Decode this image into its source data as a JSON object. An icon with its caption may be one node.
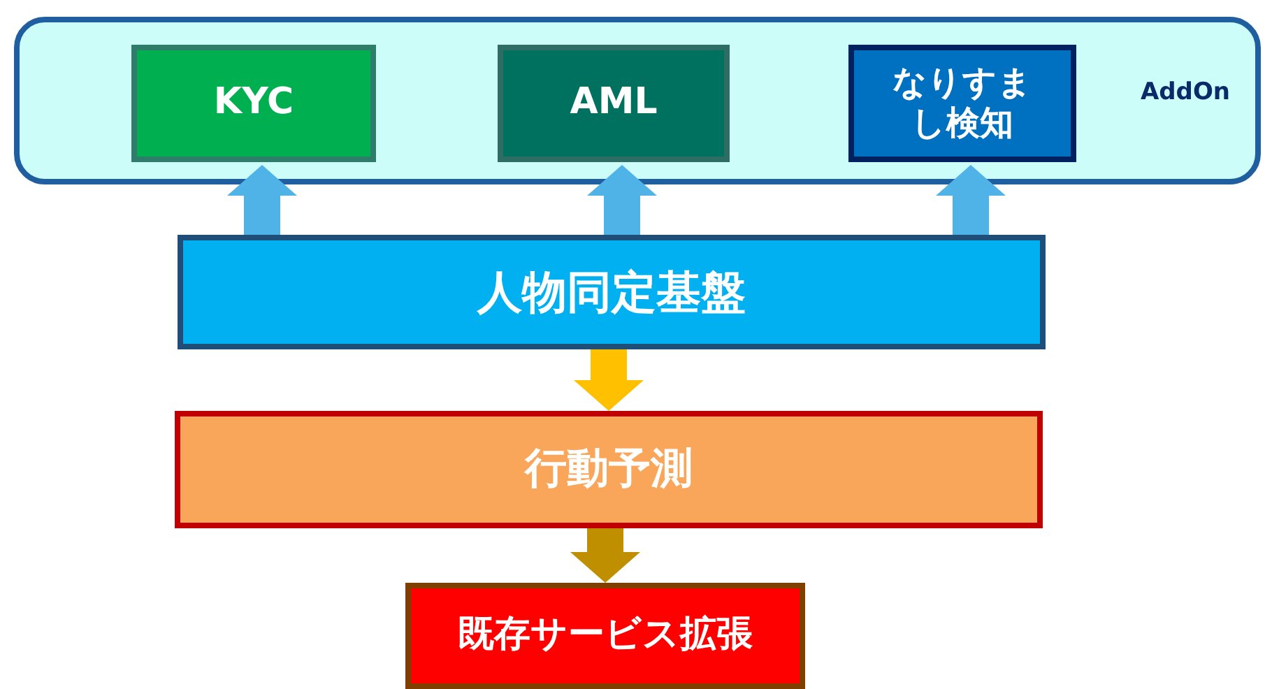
{
  "diagram": {
    "nodes": [
      {
        "text": [
          "AddOn"
        ]
      },
      {
        "text": [
          "KYC"
        ],
        "in": 0
      },
      {
        "text": [
          "AML"
        ],
        "in": 0
      },
      {
        "text": [
          "なりすまし検知"
        ],
        "in": 0
      },
      {
        "text": [
          "人物同定基盤"
        ]
      },
      {
        "text": [
          "行動予測"
        ]
      },
      {
        "text": [
          "既存サービス拡張"
        ]
      }
    ],
    "edges": [
      {
        "from": 4,
        "to": 1,
        "arrow": "to"
      },
      {
        "from": 4,
        "to": 2,
        "arrow": "to"
      },
      {
        "from": 4,
        "to": 3,
        "arrow": "to"
      },
      {
        "from": 4,
        "to": 5,
        "arrow": "to",
        "color": "#ffc000"
      },
      {
        "from": 5,
        "to": 6,
        "arrow": "to",
        "color": "#bf8f00"
      }
    ]
  }
}
